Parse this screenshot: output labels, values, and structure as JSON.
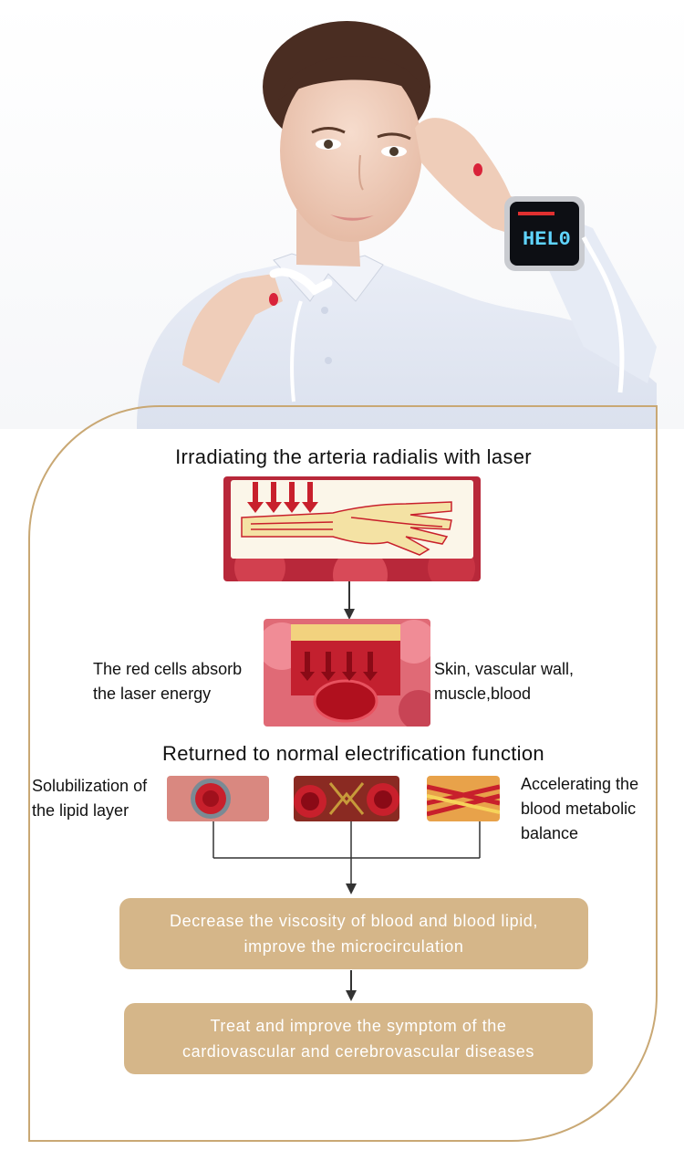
{
  "diagram": {
    "step1_title": "Irradiating the arteria radialis with laser",
    "absorb_label_line1": "The red cells absorb",
    "absorb_label_line2": "the laser energy",
    "tissue_label_line1": "Skin, vascular wall,",
    "tissue_label_line2": "muscle,blood",
    "step2_title": "Returned to normal electrification function",
    "lipid_label_line1": "Solubilization of",
    "lipid_label_line2": "the lipid layer",
    "metabolic_label_line1": "Accelerating the",
    "metabolic_label_line2": "blood metabolic",
    "metabolic_label_line3": "balance",
    "result1_line1": "Decrease the viscosity of blood and blood lipid,",
    "result1_line2": "improve the microcirculation",
    "result2_line1": "Treat and improve the symptom of the",
    "result2_line2": "cardiovascular and cerebrovascular diseases"
  },
  "device_display": "HEL0",
  "colors": {
    "frame": "#c9a874",
    "pill": "#d5b689",
    "arrow": "#333333",
    "laser_red": "#c8202c"
  }
}
